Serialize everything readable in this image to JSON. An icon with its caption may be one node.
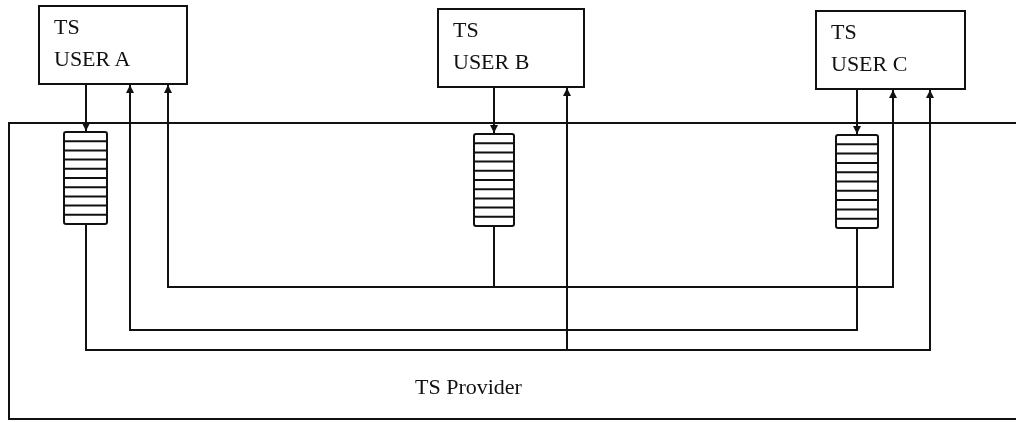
{
  "diagram": {
    "nodes": [
      {
        "text": [
          "TS Provider"
        ]
      },
      {
        "text": [
          "TS",
          "USER A"
        ]
      },
      {
        "text": [
          "TS",
          "USER B"
        ]
      },
      {
        "text": [
          "TS",
          "USER C"
        ]
      },
      {
        "text": [],
        "shape": "queue",
        "in": 0
      },
      {
        "text": [],
        "shape": "queue",
        "in": 0
      },
      {
        "text": [],
        "shape": "queue",
        "in": 0
      }
    ],
    "edges": [
      {
        "from": 1,
        "to": 4,
        "arrow": "to"
      },
      {
        "from": 2,
        "to": 5,
        "arrow": "to"
      },
      {
        "from": 3,
        "to": 6,
        "arrow": "to"
      },
      {
        "from": 4,
        "to": 2,
        "arrow": "to"
      },
      {
        "from": 4,
        "to": 3,
        "arrow": "to"
      },
      {
        "from": 5,
        "to": 1,
        "arrow": "to"
      },
      {
        "from": 5,
        "to": 3,
        "arrow": "to"
      },
      {
        "from": 6,
        "to": 1,
        "arrow": "to"
      }
    ]
  }
}
